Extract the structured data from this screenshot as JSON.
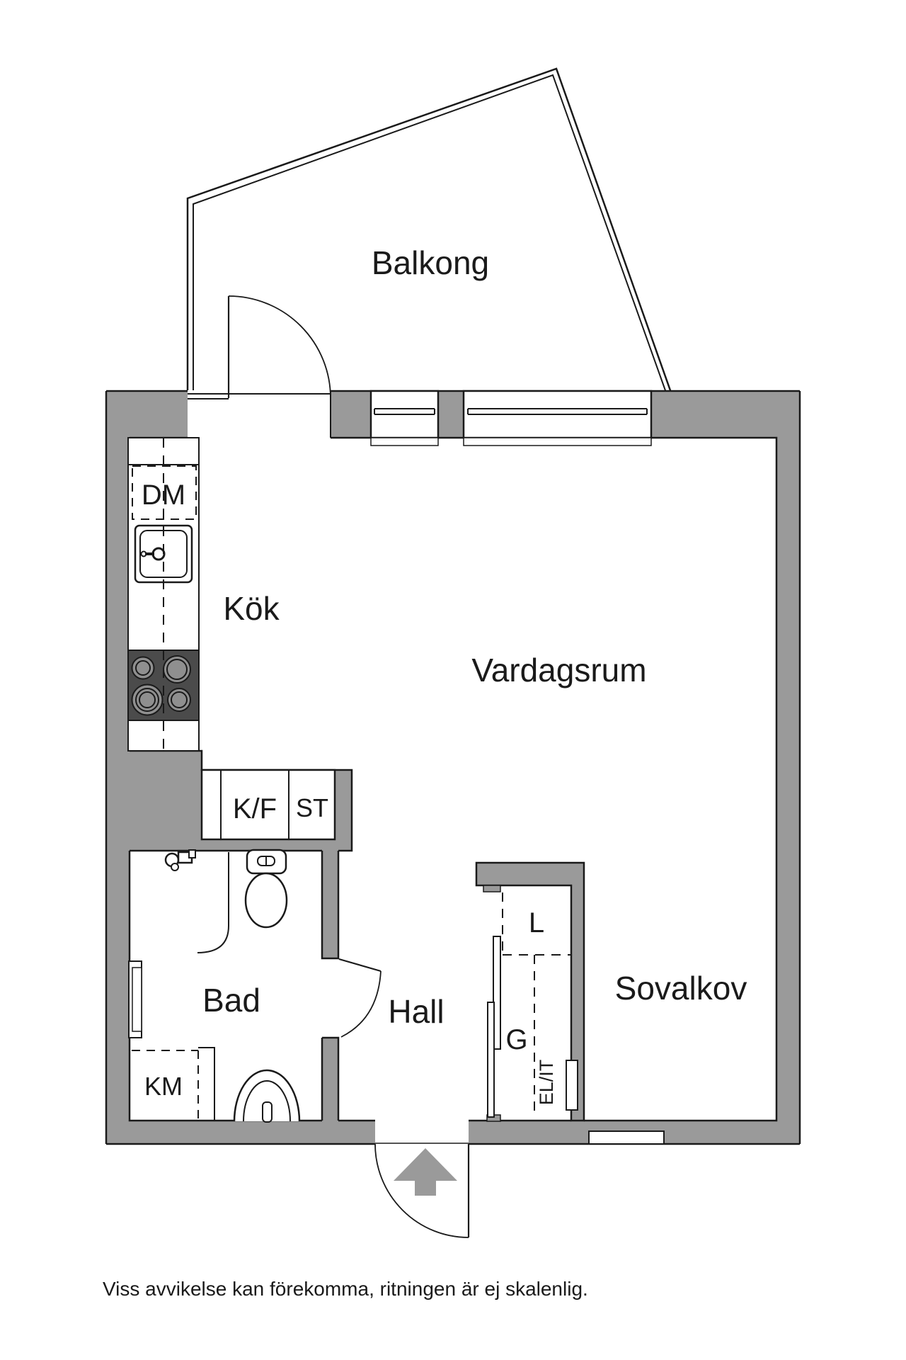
{
  "floorplan": {
    "rooms": {
      "balcony": "Balkong",
      "kitchen": "Kök",
      "living": "Vardagsrum",
      "bath": "Bad",
      "hall": "Hall",
      "alcove": "Sovalkov"
    },
    "fixtures": {
      "dishwasher": "DM",
      "fridge_freezer": "K/F",
      "cleaning_cab": "ST",
      "washer": "KM",
      "linen": "L",
      "wardrobe": "G",
      "electrical": "EL/IT"
    },
    "disclaimer": "Viss avvikelse kan förekomma, ritningen är ej skalenlig.",
    "colors": {
      "wall": "#9a9a9a",
      "stove": "#4b4b4b",
      "burner": "#8f8f8f",
      "line": "#1a1a1a",
      "background": "#ffffff"
    },
    "entry_arrow_direction": "up"
  }
}
